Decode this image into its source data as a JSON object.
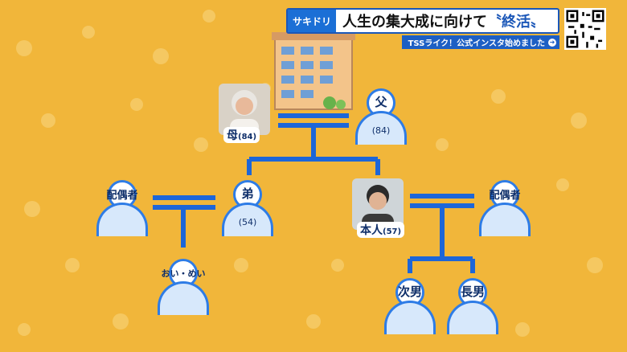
{
  "banner": {
    "tag": "サキドリ",
    "title_main": "人生の集大成に向けて",
    "title_accent": "〝終活〟",
    "sub": "TSSライク！公式インスタ始めました"
  },
  "tree": {
    "mother": {
      "label": "母",
      "age": "(84)"
    },
    "father": {
      "label": "父",
      "age": "(84)"
    },
    "brother": {
      "label": "弟",
      "age": "(54)"
    },
    "brother_spouse": {
      "label": "配偶者"
    },
    "self": {
      "label": "本人",
      "age": "(57)"
    },
    "self_spouse": {
      "label": "配偶者"
    },
    "nephew_niece": {
      "label": "おい・めい"
    },
    "second_son": {
      "label": "次男"
    },
    "eldest_son": {
      "label": "長男"
    }
  },
  "colors": {
    "background": "#f1b63a",
    "line": "#1d66d8",
    "accent": "#1b57b8"
  }
}
